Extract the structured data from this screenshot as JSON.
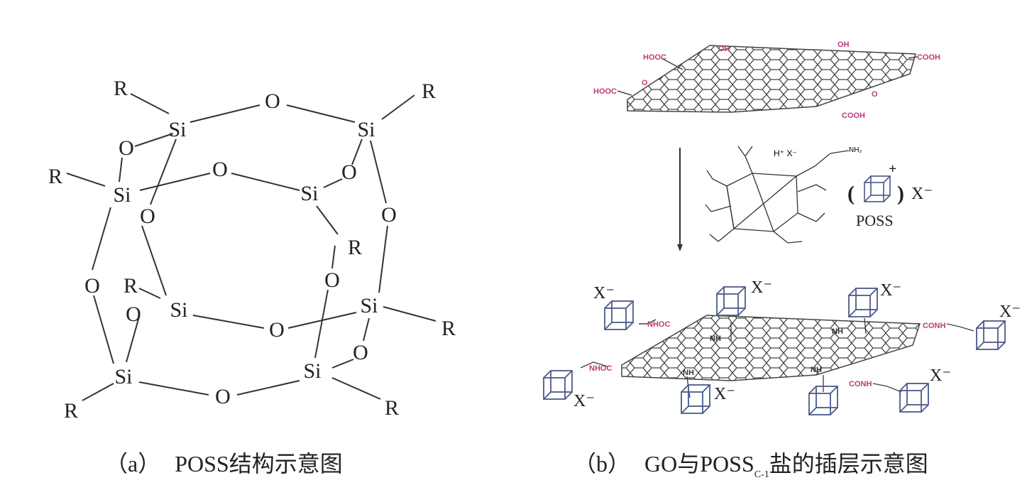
{
  "left_panel": {
    "atom_labels": {
      "R": "R",
      "Si": "Si",
      "O": "O"
    },
    "caption": {
      "tag": "（a）",
      "text": "POSS结构示意图"
    }
  },
  "right_panel": {
    "group_labels": {
      "cooh": "COOH",
      "hooc": "HOOC",
      "oh": "OH",
      "o": "O",
      "ammonium": "H⁺ X⁻",
      "nh2": "NH₂",
      "conh": "CONH",
      "nhoc": "NHOC",
      "nh": "NH"
    },
    "legend": {
      "open_paren": "(",
      "close_paren": ")",
      "plus": "+",
      "anion": "X⁻",
      "name": "POSS"
    },
    "counter_ion": "X⁻",
    "caption": {
      "tag": "（b）",
      "text_before": "GO与POSS",
      "subscript": "C-1",
      "text_after": "盐的插层示意图"
    }
  },
  "colors": {
    "ink": "#222222",
    "oxygen_groups": "#c0397a",
    "cube": "#4a5a8a"
  }
}
